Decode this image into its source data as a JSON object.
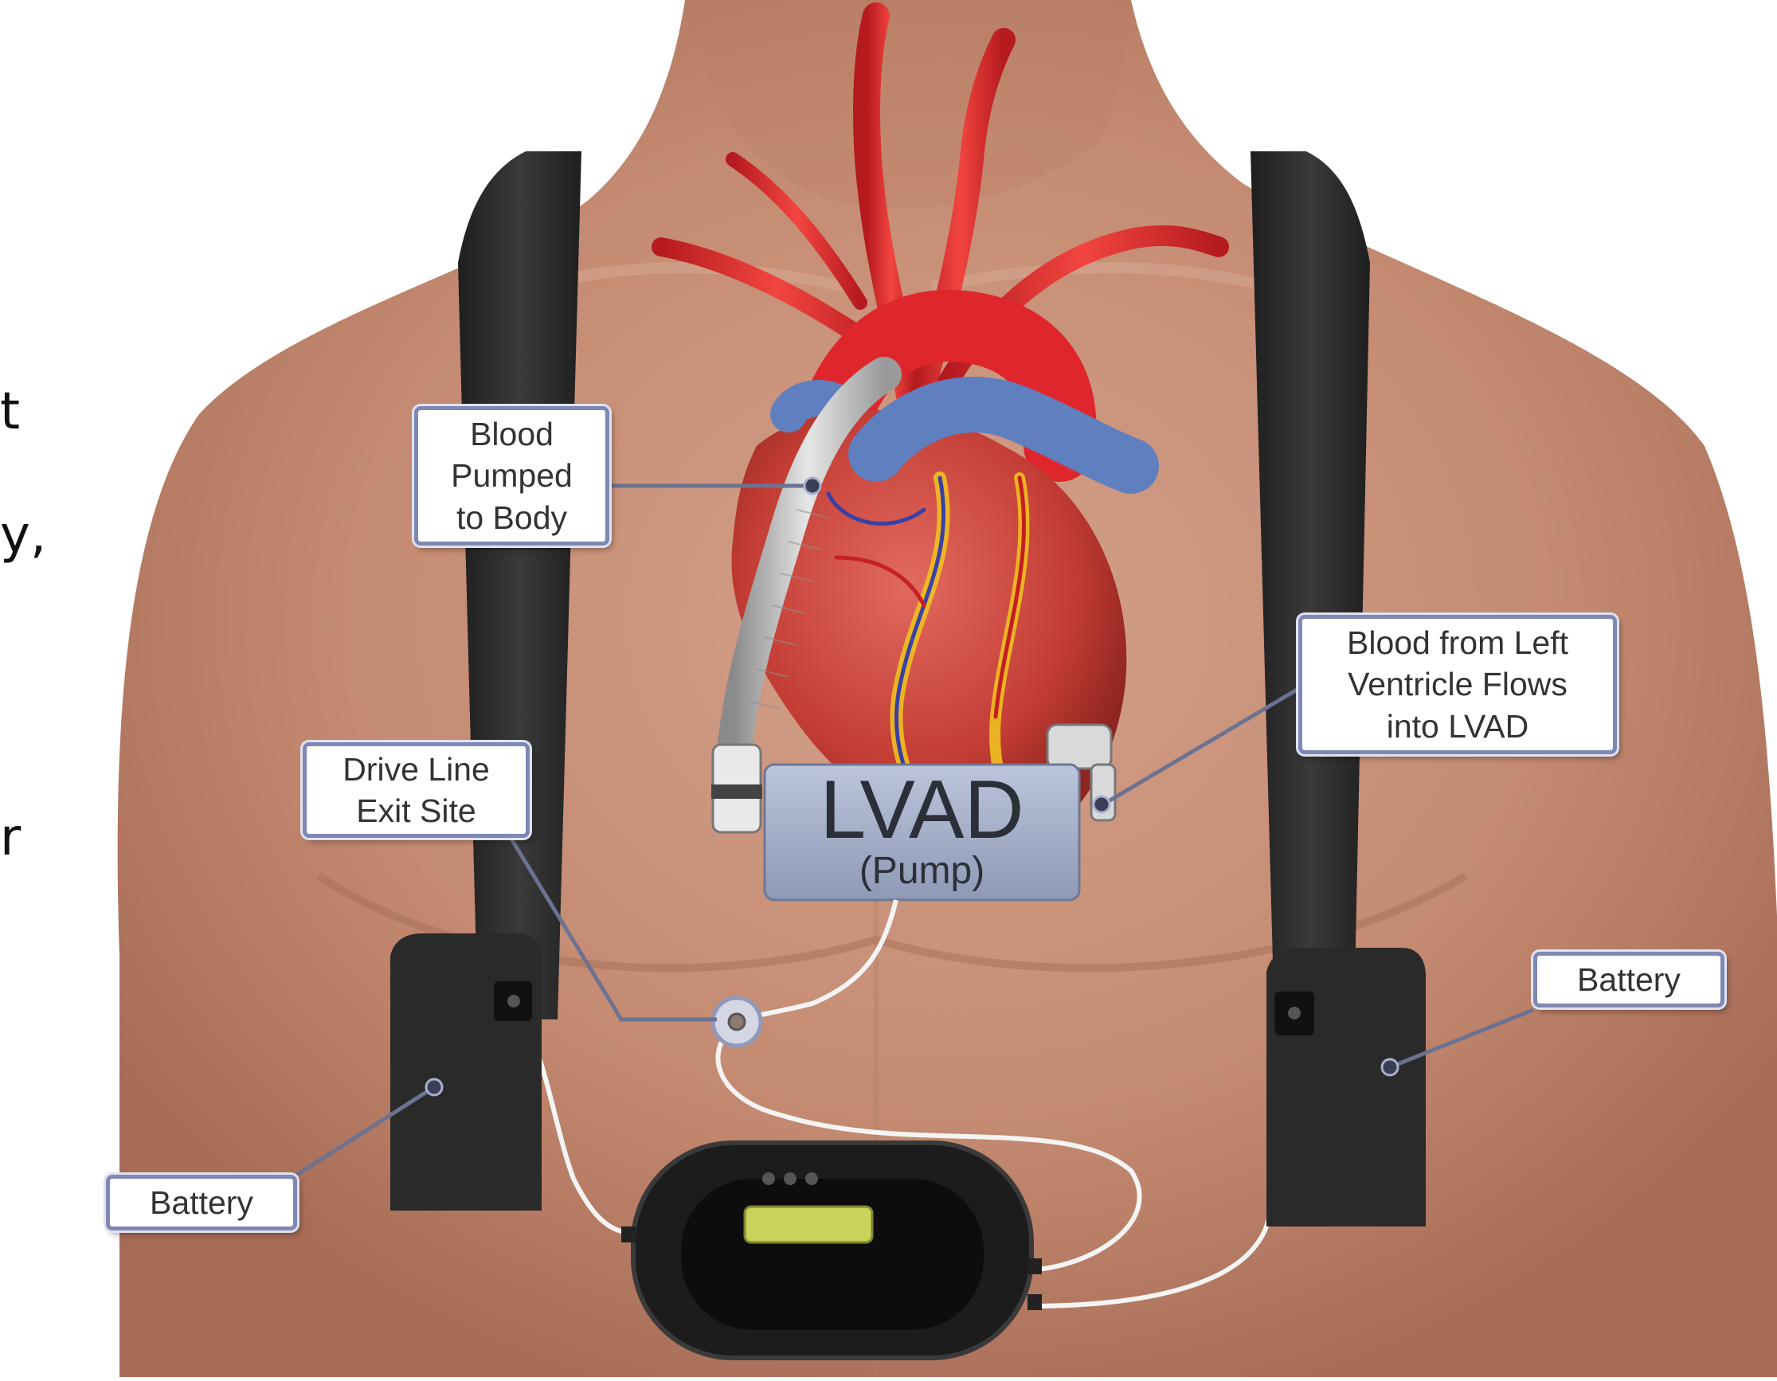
{
  "side_text": [
    "t",
    "y,",
    "r"
  ],
  "labels": {
    "blood_pumped": [
      "Blood",
      "Pumped",
      "to Body"
    ],
    "blood_from_left": [
      "Blood from Left",
      "Ventricle Flows",
      "into LVAD"
    ],
    "drive_line": [
      "Drive Line",
      "Exit Site"
    ],
    "battery_left": "Battery",
    "battery_right": "Battery",
    "lvad_title": "LVAD",
    "lvad_subtitle": "(Pump)"
  },
  "colors": {
    "skin": "#c99178",
    "strap": "#2b2b2b",
    "artery": "#e0262d",
    "vein": "#5f7fbf",
    "heart": "#c8413b",
    "callout_border": "#7f88b4",
    "pump_plate": "#a9b3cc",
    "controller_screen": "#c9d25b"
  },
  "icons": [
    "battery-pack-icon",
    "controller-icon",
    "exit-site-icon"
  ]
}
